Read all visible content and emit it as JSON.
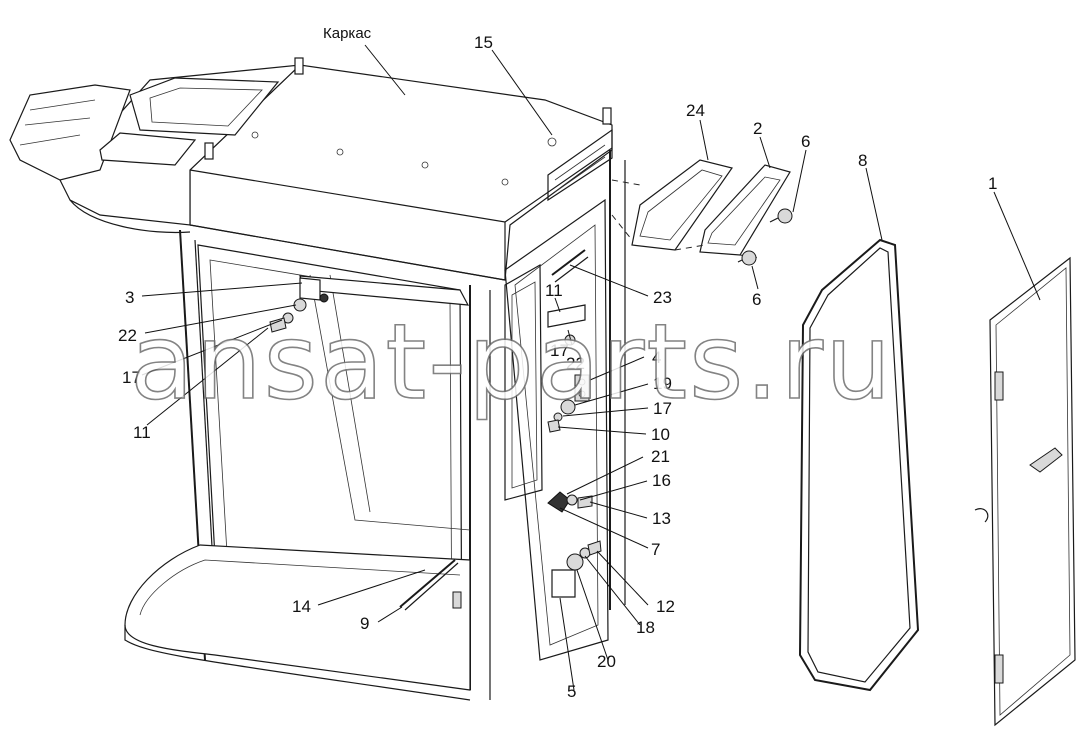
{
  "watermark": "ansat-parts.ru",
  "labels": {
    "frame": "Каркас",
    "l15": "15",
    "l24": "24",
    "l2": "2",
    "l6a": "6",
    "l6b": "6",
    "l8": "8",
    "l1": "1",
    "l3": "3",
    "l22a": "22",
    "l17a": "17",
    "l11a": "11",
    "l11b": "11",
    "l23": "23",
    "l17b": "17",
    "l22b": "22",
    "l4": "4",
    "l19": "19",
    "l17c": "17",
    "l10": "10",
    "l21": "21",
    "l16": "16",
    "l13": "13",
    "l7": "7",
    "l12": "12",
    "l18": "18",
    "l14": "14",
    "l9": "9",
    "l20": "20",
    "l5": "5"
  }
}
